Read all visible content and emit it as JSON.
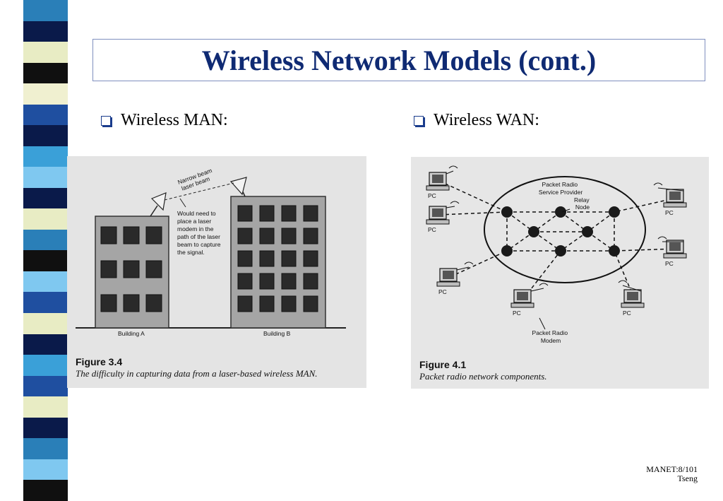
{
  "slide": {
    "title": "Wireless Network Models (cont.)",
    "colors": {
      "title": "#0f2a73",
      "border": "#7f8fbf"
    }
  },
  "bullets": [
    {
      "text": "Wireless MAN:"
    },
    {
      "text": "Wireless WAN:"
    }
  ],
  "fig_man": {
    "label_beam": [
      "Narrow beam",
      "laser beam"
    ],
    "label_note": [
      "Would need to",
      "place a laser",
      "modem in the",
      "path of the laser",
      "beam to capture",
      "the signal."
    ],
    "building_a": "Building A",
    "building_b": "Building B",
    "caption_figure": "Figure 3.4",
    "caption_text": "The difficulty in capturing data from a laser-based wireless MAN."
  },
  "fig_wan": {
    "label_provider": [
      "Packet Radio",
      "Service Provider"
    ],
    "label_relay": [
      "Relay",
      "Node"
    ],
    "label_pc": "PC",
    "label_modem": [
      "Packet Radio",
      "Modem"
    ],
    "caption_figure": "Figure 4.1",
    "caption_text": "Packet radio network components."
  },
  "footer": {
    "line1": "MANET:8/101",
    "line2": "Tseng"
  },
  "strip_colors": [
    "#2a7fb8",
    "#0a1a4a",
    "#e8ecc4",
    "#101010",
    "#f0f0d0",
    "#1f4fa0",
    "#0a1a4a",
    "#3aa0d8",
    "#7fc8f0",
    "#0a1a4a",
    "#e8ecc4",
    "#2a7fb8",
    "#101010",
    "#7fc8f0",
    "#1f4fa0",
    "#e8ecc4",
    "#0a1a4a",
    "#3aa0d8",
    "#1f4fa0",
    "#e8ecc4",
    "#0a1a4a",
    "#2a7fb8",
    "#7fc8f0",
    "#101010"
  ]
}
